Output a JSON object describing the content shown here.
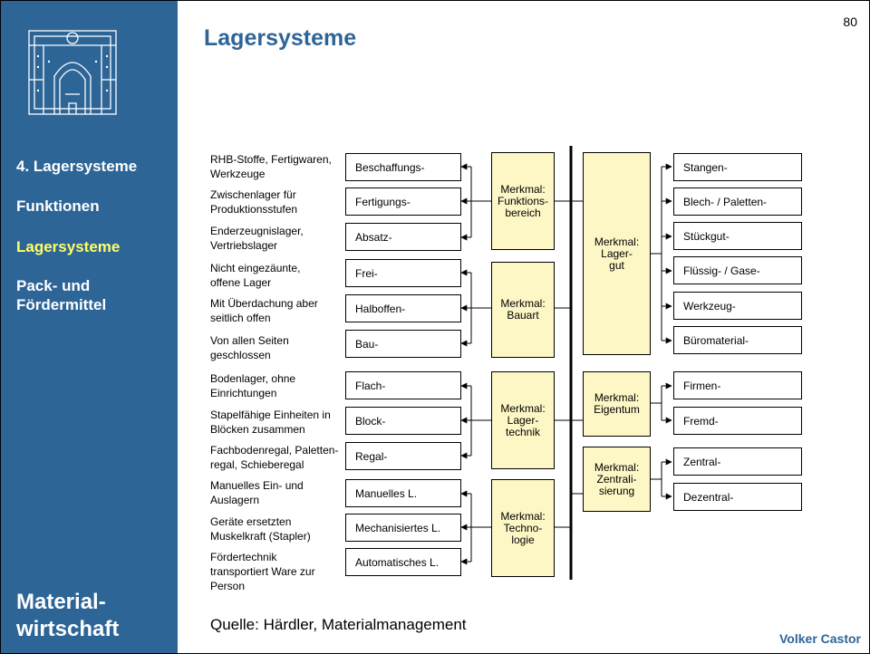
{
  "page_number": "80",
  "title": "Lagersysteme",
  "sidebar": {
    "items": [
      {
        "label": "4. Lagersysteme",
        "active": false
      },
      {
        "label": "Funktionen",
        "active": false
      },
      {
        "label": "Lagersysteme",
        "active": true
      },
      {
        "label": "Pack- und\nFördermittel",
        "active": false
      }
    ],
    "brand": "Material-\nwirtschaft"
  },
  "diagram": {
    "left_groups": [
      {
        "merkmal": "Merkmal:\nFunktions-\nbereich",
        "items": [
          {
            "box": "Beschaffungs-",
            "desc": "RHB-Stoffe, Fertigwaren,\nWerkzeuge"
          },
          {
            "box": "Fertigungs-",
            "desc": "Zwischenlager für\nProduktionsstufen"
          },
          {
            "box": "Absatz-",
            "desc": "Enderzeugnislager,\nVertriebslager"
          }
        ]
      },
      {
        "merkmal": "Merkmal:\nBauart",
        "items": [
          {
            "box": "Frei-",
            "desc": "Nicht eingezäunte,\noffene Lager"
          },
          {
            "box": "Halboffen-",
            "desc": "Mit Überdachung aber\nseitlich offen"
          },
          {
            "box": "Bau-",
            "desc": "Von allen Seiten\ngeschlossen"
          }
        ]
      },
      {
        "merkmal": "Merkmal:\nLager-\ntechnik",
        "items": [
          {
            "box": "Flach-",
            "desc": "Bodenlager, ohne\nEinrichtungen"
          },
          {
            "box": "Block-",
            "desc": "Stapelfähige Einheiten in\nBlöcken zusammen"
          },
          {
            "box": "Regal-",
            "desc": "Fachbodenregal, Paletten-\nregal, Schieberegal"
          }
        ]
      },
      {
        "merkmal": "Merkmal:\nTechno-\nlogie",
        "items": [
          {
            "box": "Manuelles L.",
            "desc": "Manuelles Ein- und\nAuslagern"
          },
          {
            "box": "Mechanisiertes L.",
            "desc": "Geräte ersetzten\nMuskelkraft (Stapler)"
          },
          {
            "box": "Automatisches L.",
            "desc": "Fördertechnik\ntransportiert Ware zur\nPerson"
          }
        ]
      }
    ],
    "right_groups": [
      {
        "merkmal": "Merkmal:\nLager-\ngut",
        "items": [
          "Stangen-",
          "Blech- / Paletten-",
          "Stückgut-",
          "Flüssig- / Gase-",
          "Werkzeug-",
          "Büromaterial-"
        ]
      },
      {
        "merkmal": "Merkmal:\nEigentum",
        "items": [
          "Firmen-",
          "Fremd-"
        ]
      },
      {
        "merkmal": "Merkmal:\nZentrali-\nsierung",
        "items": [
          "Zentral-",
          "Dezentral-"
        ]
      }
    ]
  },
  "source": "Quelle: Härdler, Materialmanagement",
  "author": "Volker Castor",
  "colors": {
    "sidebar": "#2e6597",
    "active_nav": "#ffff66",
    "merkmal_fill": "#fdf7c6",
    "title": "#2e6597"
  }
}
